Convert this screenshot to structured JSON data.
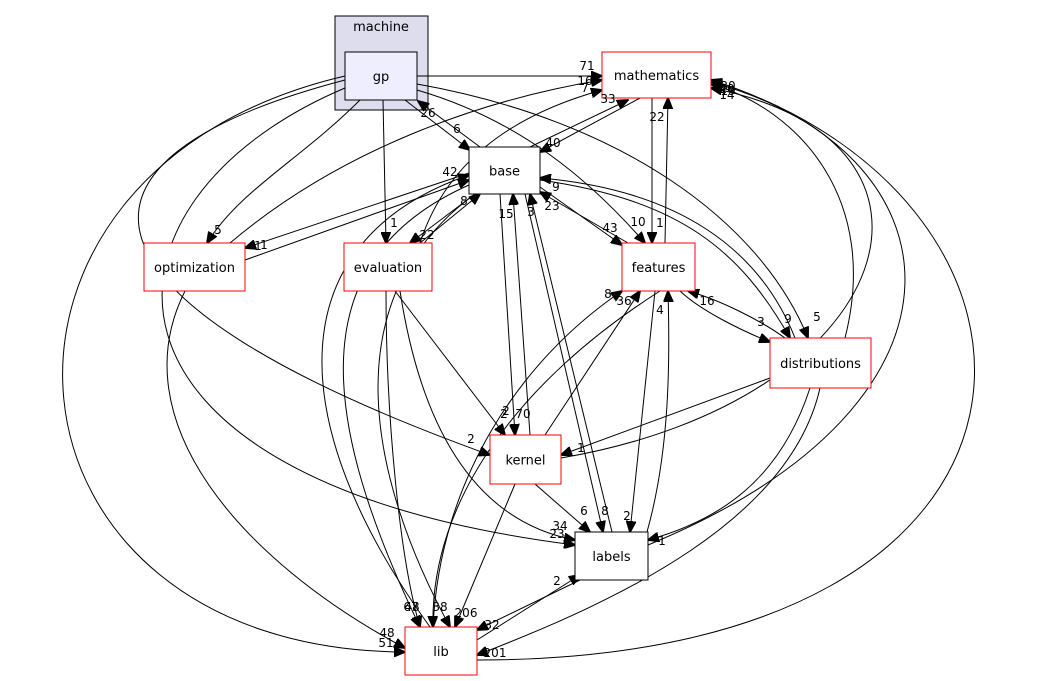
{
  "colors": {
    "cluster_fill": "#ddddee",
    "cluster_stroke": "#000000",
    "node_fill": "#ffffff",
    "current_fill": "#eeeeff",
    "red_border": "#ff0000",
    "black_border": "#000000",
    "edge": "#000000"
  },
  "cluster": {
    "id": "machine",
    "label": "machine"
  },
  "nodes": [
    {
      "id": "gp",
      "label": "gp",
      "border": "black",
      "current": true
    },
    {
      "id": "mathematics",
      "label": "mathematics",
      "border": "red"
    },
    {
      "id": "base",
      "label": "base",
      "border": "black"
    },
    {
      "id": "optimization",
      "label": "optimization",
      "border": "red"
    },
    {
      "id": "evaluation",
      "label": "evaluation",
      "border": "red"
    },
    {
      "id": "features",
      "label": "features",
      "border": "red"
    },
    {
      "id": "distributions",
      "label": "distributions",
      "border": "red"
    },
    {
      "id": "kernel",
      "label": "kernel",
      "border": "red"
    },
    {
      "id": "labels",
      "label": "labels",
      "border": "black"
    },
    {
      "id": "lib",
      "label": "lib",
      "border": "red"
    }
  ],
  "edges": [
    {
      "from": "gp",
      "to": "mathematics",
      "label": "71"
    },
    {
      "from": "gp",
      "to": "base",
      "label": "6"
    },
    {
      "from": "gp",
      "to": "optimization",
      "label": "5"
    },
    {
      "from": "gp",
      "to": "evaluation",
      "label": "1"
    },
    {
      "from": "gp",
      "to": "features",
      "label": "10"
    },
    {
      "from": "gp",
      "to": "distributions",
      "label": "5"
    },
    {
      "from": "gp",
      "to": "kernel",
      "label": "2"
    },
    {
      "from": "gp",
      "to": "labels",
      "label": "23"
    },
    {
      "from": "gp",
      "to": "lib",
      "label": "48"
    },
    {
      "from": "base",
      "to": "gp",
      "label": "26"
    },
    {
      "from": "base",
      "to": "mathematics",
      "label": "33"
    },
    {
      "from": "mathematics",
      "to": "base",
      "label": "40"
    },
    {
      "from": "base",
      "to": "optimization",
      "label": "1"
    },
    {
      "from": "optimization",
      "to": "base",
      "label": "1"
    },
    {
      "from": "base",
      "to": "evaluation",
      "label": "22"
    },
    {
      "from": "evaluation",
      "to": "base",
      "label": "8"
    },
    {
      "from": "base",
      "to": "features",
      "label": "43"
    },
    {
      "from": "features",
      "to": "base",
      "label": "23"
    },
    {
      "from": "base",
      "to": "distributions",
      "label": "9"
    },
    {
      "from": "distributions",
      "to": "base",
      "label": "9"
    },
    {
      "from": "base",
      "to": "kernel",
      "label": "70"
    },
    {
      "from": "kernel",
      "to": "base",
      "label": "15"
    },
    {
      "from": "base",
      "to": "labels",
      "label": "8"
    },
    {
      "from": "labels",
      "to": "base",
      "label": "3"
    },
    {
      "from": "base",
      "to": "lib",
      "label": "67"
    },
    {
      "from": "lib",
      "to": "base",
      "label": "42"
    },
    {
      "from": "optimization",
      "to": "mathematics",
      "label": "16"
    },
    {
      "from": "optimization",
      "to": "lib",
      "label": "51"
    },
    {
      "from": "evaluation",
      "to": "mathematics",
      "label": "7"
    },
    {
      "from": "evaluation",
      "to": "kernel",
      "label": "2"
    },
    {
      "from": "evaluation",
      "to": "labels",
      "label": "34"
    },
    {
      "from": "evaluation",
      "to": "lib",
      "label": "48"
    },
    {
      "from": "mathematics",
      "to": "features",
      "label": "1"
    },
    {
      "from": "features",
      "to": "mathematics",
      "label": "22"
    },
    {
      "from": "features",
      "to": "distributions",
      "label": "3"
    },
    {
      "from": "distributions",
      "to": "features",
      "label": "16"
    },
    {
      "from": "features",
      "to": "labels",
      "label": "2"
    },
    {
      "from": "labels",
      "to": "features",
      "label": "4"
    },
    {
      "from": "features",
      "to": "lib",
      "label": "2"
    },
    {
      "from": "lib",
      "to": "features",
      "label": "8"
    },
    {
      "from": "kernel",
      "to": "features",
      "label": "36"
    },
    {
      "from": "kernel",
      "to": "mathematics",
      "label": "20"
    },
    {
      "from": "kernel",
      "to": "labels",
      "label": "6"
    },
    {
      "from": "kernel",
      "to": "lib",
      "label": "206"
    },
    {
      "from": "distributions",
      "to": "mathematics",
      "label": "30"
    },
    {
      "from": "distributions",
      "to": "kernel",
      "label": "1"
    },
    {
      "from": "distributions",
      "to": "labels",
      "label": "1"
    },
    {
      "from": "distributions",
      "to": "lib",
      "label": "201"
    },
    {
      "from": "labels",
      "to": "mathematics",
      "label": "14"
    },
    {
      "from": "labels",
      "to": "lib",
      "label": "32"
    },
    {
      "from": "lib",
      "to": "labels",
      "label": "2"
    },
    {
      "from": "lib",
      "to": "mathematics",
      "label": "19"
    },
    {
      "from": "base",
      "to": "lib",
      "label": "38"
    }
  ]
}
